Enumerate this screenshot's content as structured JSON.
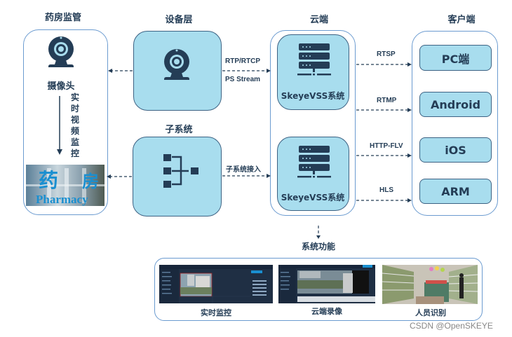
{
  "columns": {
    "pharmacy": "药房监管",
    "device": "设备层",
    "cloud": "云端",
    "client": "客户端"
  },
  "pharmacy": {
    "camera_label": "摄像头",
    "flow_label": [
      "实",
      "时",
      "视",
      "频",
      "监",
      "控"
    ],
    "image_alt": "药房 Pharmacy"
  },
  "subsystem": {
    "title": "子系统"
  },
  "edges": {
    "device_to_cloud_top": "RTP/RTCP",
    "device_to_cloud_bottom": "PS Stream",
    "subsystem_to_cloud": "子系统接入",
    "rtsp": "RTSP",
    "rtmp": "RTMP",
    "httpflv": "HTTP-FLV",
    "hls": "HLS"
  },
  "servers": [
    {
      "label": "SkeyeVSS系统"
    },
    {
      "label": "SkeyeVSS系统"
    }
  ],
  "clients": [
    "PC端",
    "Android",
    "iOS",
    "ARM"
  ],
  "functions": {
    "title": "系统功能",
    "items": [
      "实时监控",
      "云端录像",
      "人员识别"
    ]
  },
  "watermark": "CSDN @OpenSKEYE",
  "colors": {
    "tile_fill": "#a8ddee",
    "dark": "#243d56",
    "outline": "#6b9bd0"
  }
}
